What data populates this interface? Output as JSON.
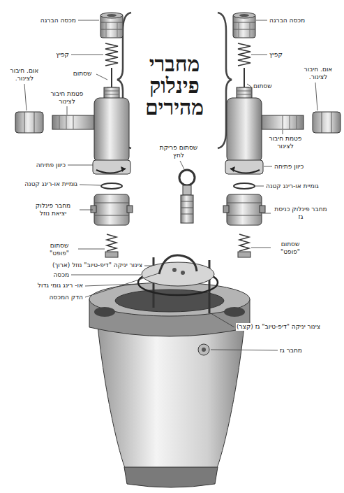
{
  "diagram": {
    "title": "מחברי פינלוק מהירים",
    "labels": [
      "מכסה הברגה",
      "קפיץ",
      "אום. חיבור לצינור.",
      "שסתום",
      "פטמת חיבור לצינור",
      "כיוון פתיחה",
      "גומיית או-רינג קטנה",
      "מחבר פינלוק יציאת נוזל",
      "שסתום \"פופט\"",
      "צינור יניקה \"דיפ-טיוב\" נוזל (ארוך)",
      "מכסה",
      "או- רינג גומי גדול",
      "הדק המכסה",
      "שסתום פריקת לחץ",
      "מכסה הברגה",
      "קפיץ",
      "אום. חיבור לצינור.",
      "שסתום",
      "פטמת חיבור לצינור",
      "כיוון פתיחה",
      "גומיית או-רינג קטנה",
      "מחבר פינלוק כניסת גז",
      "שסתום \"פופט\"",
      "צינור יניקה \"דיפ-טיוב\" גז (קצר)",
      "מחבר גז"
    ]
  }
}
